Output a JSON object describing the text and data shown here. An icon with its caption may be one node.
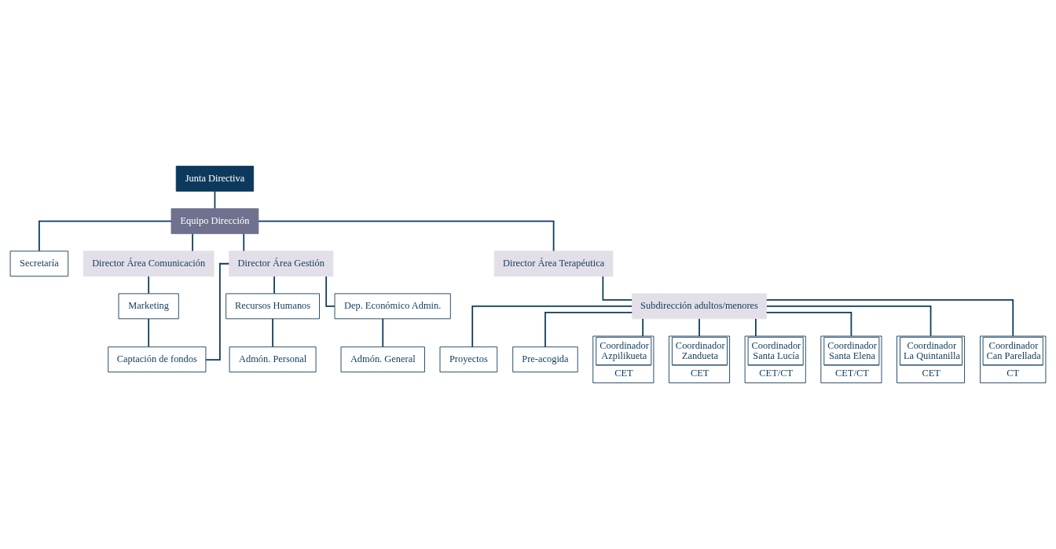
{
  "diagram": {
    "nodes": [
      {
        "text": [
          "Junta Directiva"
        ]
      },
      {
        "text": [
          "Equipo Dirección"
        ]
      },
      {
        "text": [
          "Secretaría"
        ]
      },
      {
        "text": [
          "Director Área Comunicación"
        ]
      },
      {
        "text": [
          "Director Área Gestión"
        ]
      },
      {
        "text": [
          "Director Área Terapéutica"
        ]
      },
      {
        "text": [
          "Marketing"
        ]
      },
      {
        "text": [
          "Recursos Humanos"
        ]
      },
      {
        "text": [
          "Dep. Económico Admin."
        ]
      },
      {
        "text": [
          "Admón. Personal"
        ]
      },
      {
        "text": [
          "Admón. General"
        ]
      },
      {
        "text": [
          "Subdirección adultos/menores"
        ]
      },
      {
        "text": [
          "Proyectos"
        ]
      },
      {
        "text": [
          "Pre-acogida"
        ]
      },
      {
        "text": [
          "Captación de fondos"
        ]
      },
      {
        "text": [
          "Coordinador Azpilikueta",
          "CET"
        ]
      },
      {
        "text": [
          "Coordinador Zandueta",
          "CET"
        ]
      },
      {
        "text": [
          "Coordinador Santa Lucía",
          "CET/CT"
        ]
      },
      {
        "text": [
          "Coordinador Santa Elena",
          "CET/CT"
        ]
      },
      {
        "text": [
          "Coordinador La Quintanilla",
          "CET"
        ]
      },
      {
        "text": [
          "Coordinador Can Parellada",
          "CT"
        ]
      }
    ],
    "edges": [
      {
        "from": 0,
        "to": 1,
        "arrow": "none"
      },
      {
        "from": 1,
        "to": 2,
        "arrow": "none"
      },
      {
        "from": 1,
        "to": 3,
        "arrow": "none"
      },
      {
        "from": 1,
        "to": 4,
        "arrow": "none"
      },
      {
        "from": 1,
        "to": 5,
        "arrow": "none"
      },
      {
        "from": 3,
        "to": 6,
        "arrow": "none"
      },
      {
        "from": 6,
        "to": 14,
        "arrow": "none"
      },
      {
        "from": 4,
        "to": 14,
        "arrow": "none"
      },
      {
        "from": 4,
        "to": 7,
        "arrow": "none"
      },
      {
        "from": 7,
        "to": 9,
        "arrow": "none"
      },
      {
        "from": 4,
        "to": 8,
        "arrow": "none"
      },
      {
        "from": 8,
        "to": 10,
        "arrow": "none"
      },
      {
        "from": 5,
        "to": 11,
        "arrow": "none"
      },
      {
        "from": 11,
        "to": 12,
        "arrow": "none"
      },
      {
        "from": 11,
        "to": 13,
        "arrow": "none"
      },
      {
        "from": 11,
        "to": 15,
        "arrow": "none"
      },
      {
        "from": 11,
        "to": 16,
        "arrow": "none"
      },
      {
        "from": 11,
        "to": 17,
        "arrow": "none"
      },
      {
        "from": 11,
        "to": 18,
        "arrow": "none"
      },
      {
        "from": 11,
        "to": 19,
        "arrow": "none"
      },
      {
        "from": 11,
        "to": 20,
        "arrow": "none"
      }
    ]
  }
}
